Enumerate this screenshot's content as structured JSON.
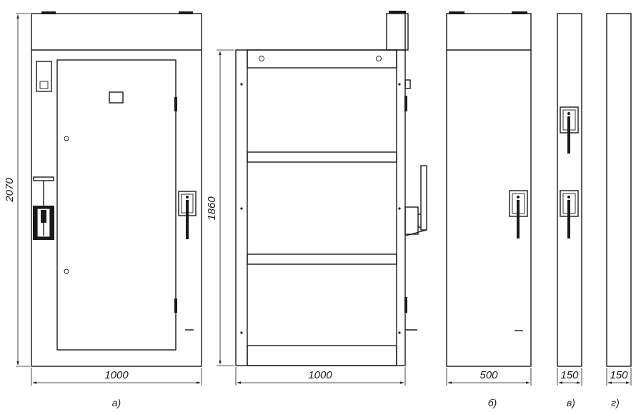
{
  "dimensions": {
    "front_height": "2070",
    "frame_height": "1860",
    "front_width": "1000",
    "frame_width": "1000",
    "side_b_width": "500",
    "side_v_width": "150",
    "side_g_width": "150"
  },
  "captions": {
    "a": "а)",
    "b": "б)",
    "v": "в)",
    "g": "г)"
  }
}
